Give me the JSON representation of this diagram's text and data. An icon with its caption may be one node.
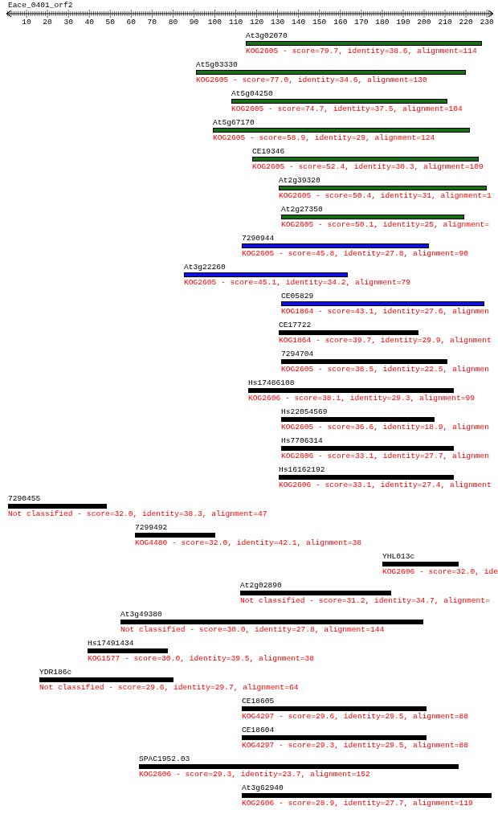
{
  "diagram": {
    "title": "Eace_0401_orf2",
    "nodes": [
      {
        "text": [
          "At3g02070",
          "KOG2605 - score=79.7, identity=38.6, alignment=114"
        ]
      },
      {
        "text": [
          "At5g03330",
          "KOG2605 - score=77.0, identity=34.6, alignment=130"
        ]
      },
      {
        "text": [
          "At5g04250",
          "KOG2605 - score=74.7, identity=37.5, alignment=104"
        ]
      },
      {
        "text": [
          "At5g67170",
          "KOG2605 - score=58.9, identity=29, alignment=124"
        ]
      },
      {
        "text": [
          "CE19346",
          "KOG2605 - score=52.4, identity=30.3, alignment=109"
        ]
      },
      {
        "text": [
          "At2g39320",
          "KOG2605 - score=50.4, identity=31, alignment=1"
        ]
      },
      {
        "text": [
          "At2g27350",
          "KOG2605 - score=50.1, identity=25, alignment="
        ]
      },
      {
        "text": [
          "7290944",
          "KOG2605 - score=45.8, identity=27.8, alignment=90"
        ]
      },
      {
        "text": [
          "At3g22260",
          "KOG2605 - score=45.1, identity=34.2, alignment=79"
        ]
      },
      {
        "text": [
          "CE05829",
          "KOG1864 - score=43.1, identity=27.6, alignmen"
        ]
      },
      {
        "text": [
          "CE17722",
          "KOG1864 - score=39.7, identity=29.9, alignment"
        ]
      },
      {
        "text": [
          "7294704",
          "KOG2605 - score=38.5, identity=22.5, alignmen"
        ]
      },
      {
        "text": [
          "Hs17486108",
          "KOG2606 - score=38.1, identity=29.3, alignment=99"
        ]
      },
      {
        "text": [
          "Hs22054569",
          "KOG2605 - score=36.6, identity=18.9, alignmen"
        ]
      },
      {
        "text": [
          "Hs7706314",
          "KOG2606 - score=33.1, identity=27.7, alignmen"
        ]
      },
      {
        "text": [
          "Hs16162192",
          "KOG2606 - score=33.1, identity=27.4, alignment"
        ]
      },
      {
        "text": [
          "7290455",
          "Not classified - score=32.0, identity=38.3, alignment=47"
        ]
      },
      {
        "text": [
          "7299492",
          "KOG4480 - score=32.0, identity=42.1, alignment=38"
        ]
      },
      {
        "text": [
          "YHL013c",
          "KOG2606 - score=32.0, ide"
        ]
      },
      {
        "text": [
          "At2g02890",
          "Not classified - score=31.2, identity=34.7, alignment="
        ]
      },
      {
        "text": [
          "At3g49380",
          "Not classified - score=30.0, identity=27.8, alignment=144"
        ]
      },
      {
        "text": [
          "Hs17491434",
          "KOG1577 - score=30.0, identity=39.5, alignment=38"
        ]
      },
      {
        "text": [
          "YDR186c",
          "Not classified - score=29.6, identity=29.7, alignment=64"
        ]
      },
      {
        "text": [
          "CE18605",
          "KOG4297 - score=29.6, identity=29.5, alignment=88"
        ]
      },
      {
        "text": [
          "CE18604",
          "KOG4297 - score=29.3, identity=29.5, alignment=88"
        ]
      },
      {
        "text": [
          "SPAC1952.03",
          "KOG2606 - score=29.3, identity=23.7, alignment=152"
        ]
      },
      {
        "text": [
          "At3g62940",
          "KOG2606 - score=28.9, identity=27.7, alignment=119"
        ]
      }
    ],
    "labels": [
      "10",
      "20",
      "30",
      "40",
      "50",
      "60",
      "70",
      "80",
      "90",
      "100",
      "110",
      "120",
      "130",
      "140",
      "150",
      "160",
      "170",
      "180",
      "190",
      "200",
      "210",
      "220",
      "230"
    ]
  }
}
